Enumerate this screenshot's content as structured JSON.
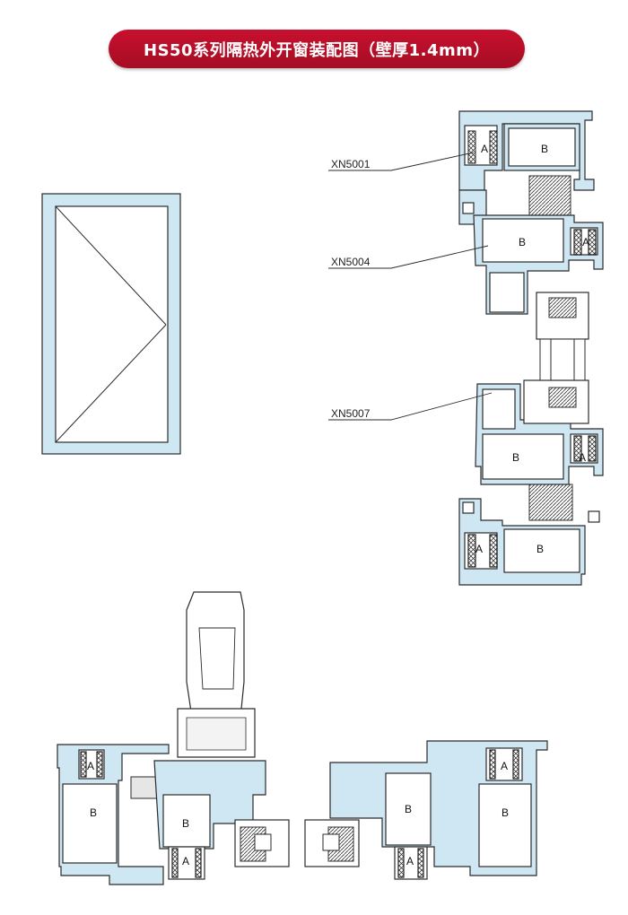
{
  "title": "HS50系列隔热外开窗装配图（壁厚1.4mm）",
  "profile_labels": {
    "top_frame": "XN5001",
    "sash": "XN5004",
    "mullion": "XN5007"
  },
  "zone_labels": {
    "a": "A",
    "b": "B"
  },
  "colors": {
    "title_bg": "#c8102e",
    "profile_fill": "#cfe6f3",
    "profile_stroke": "#2b2b2b"
  }
}
